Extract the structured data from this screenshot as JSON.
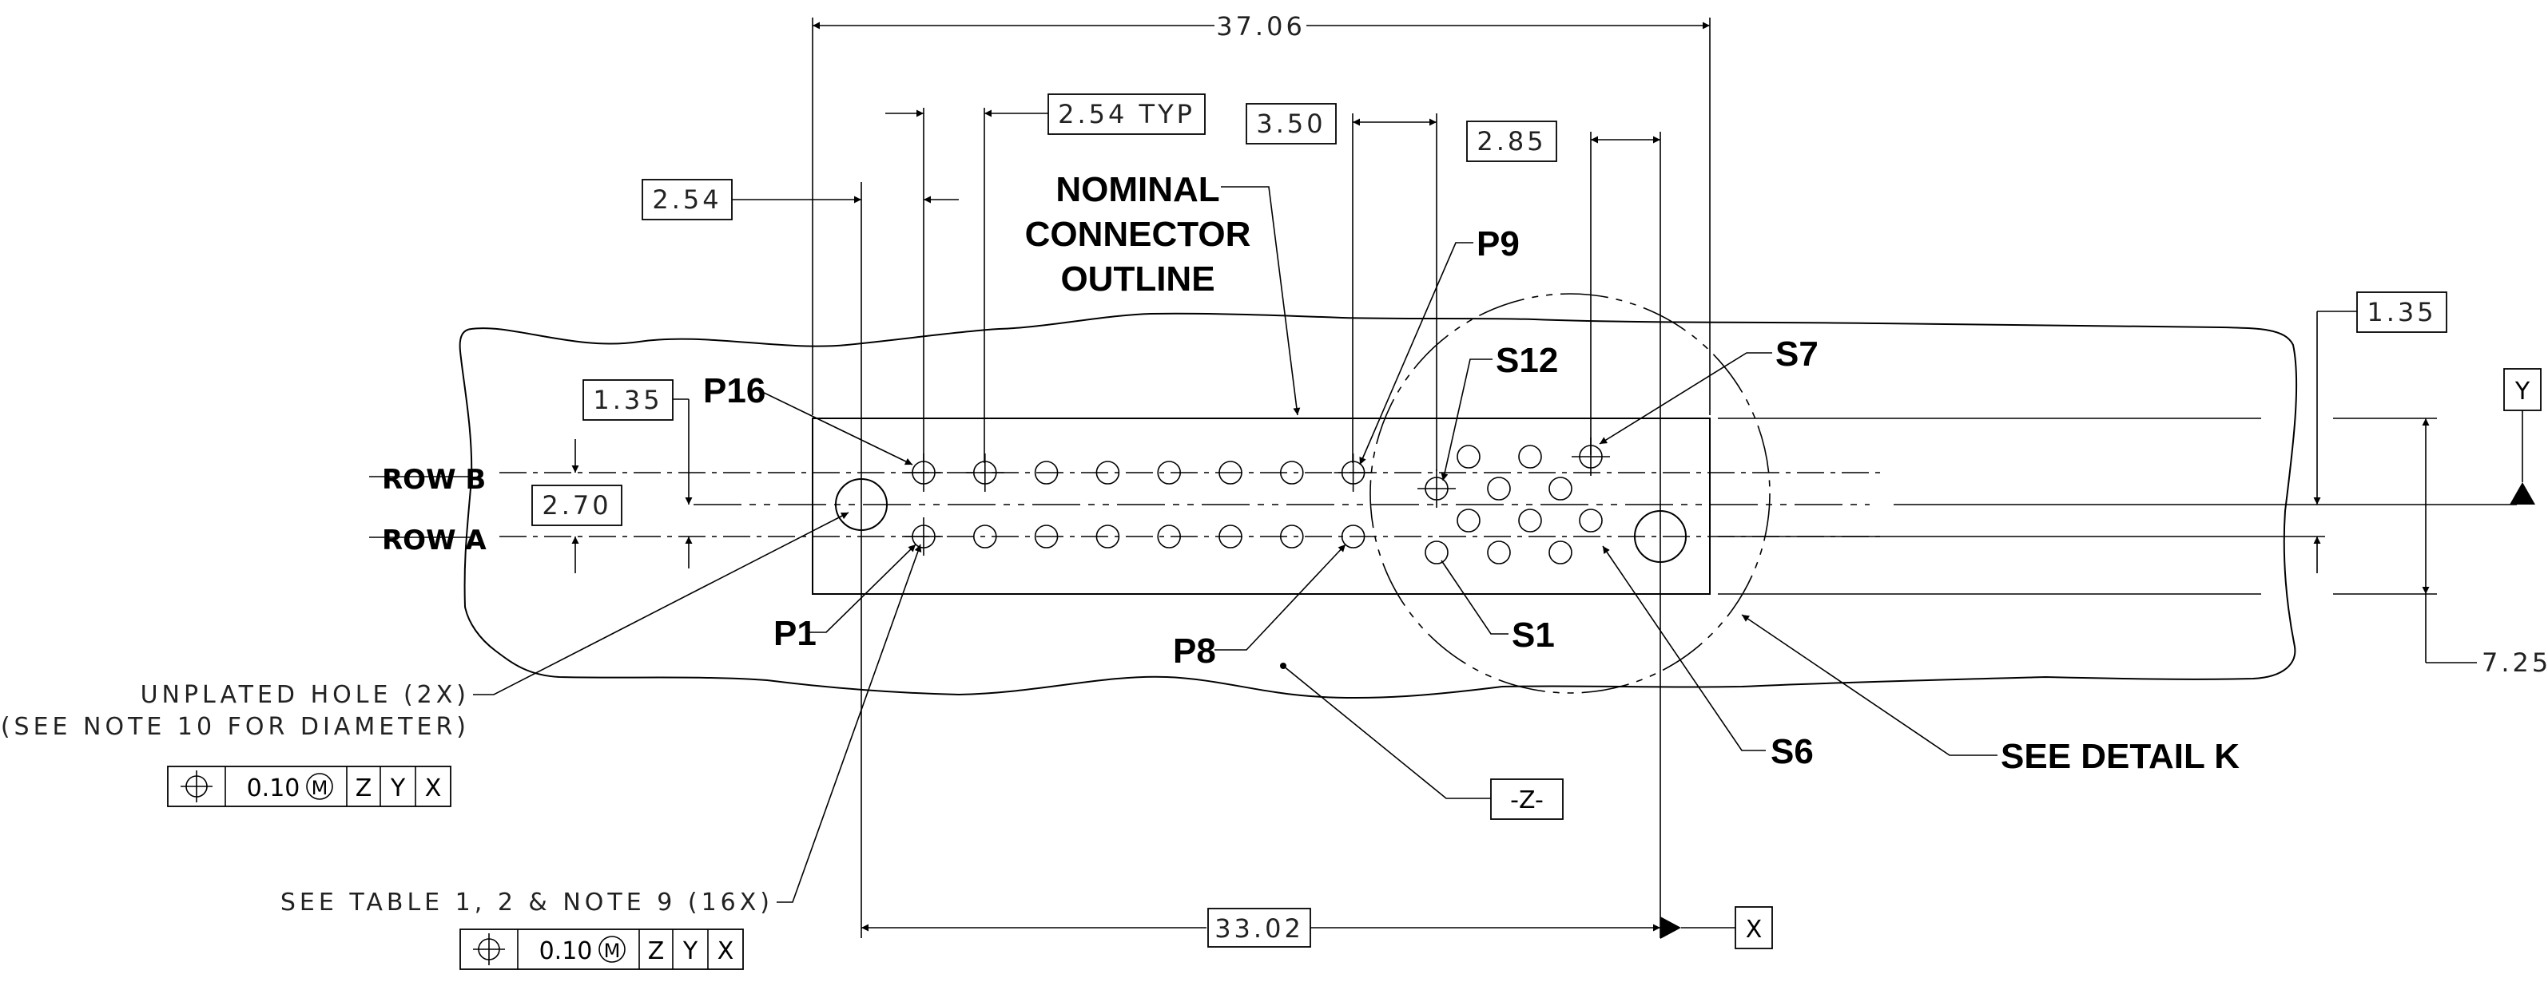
{
  "dimensions": {
    "overall_width": "37.06",
    "pin_pitch_typ": "2.54 TYP",
    "pitch_left": "2.54",
    "gap_right": "3.50",
    "signal_pitch": "2.85",
    "row_offset_left": "1.35",
    "row_offset_right": "1.35",
    "row_spacing": "2.70",
    "height": "7.25",
    "hole_spacing": "33.02"
  },
  "callout": {
    "line1": "NOMINAL",
    "line2": "CONNECTOR",
    "line3": "OUTLINE"
  },
  "pins": {
    "p16": "P16",
    "p9": "P9",
    "s12": "S12",
    "s7": "S7",
    "p1": "P1",
    "p8": "P8",
    "s1": "S1",
    "s6": "S6"
  },
  "rows": {
    "row_b": "ROW B",
    "row_a": "ROW A"
  },
  "datums": {
    "y": "Y",
    "x": "X",
    "z": "-Z-"
  },
  "notes": {
    "unplated_line1": "UNPLATED HOLE (2X)",
    "unplated_line2": "(SEE NOTE 10  FOR DIAMETER)",
    "see_table": "SEE TABLE 1, 2 & NOTE 9 (16X)",
    "see_detail": "SEE DETAIL   K"
  },
  "fcf_top": {
    "symbol": "⌖",
    "tolerance": "0.10",
    "modifier": "M",
    "datum1": "Z",
    "datum2": "Y",
    "datum3": "X"
  },
  "fcf_bottom": {
    "symbol": "⌖",
    "tolerance": "0.10",
    "modifier": "M",
    "datum1": "Z",
    "datum2": "Y",
    "datum3": "X"
  }
}
